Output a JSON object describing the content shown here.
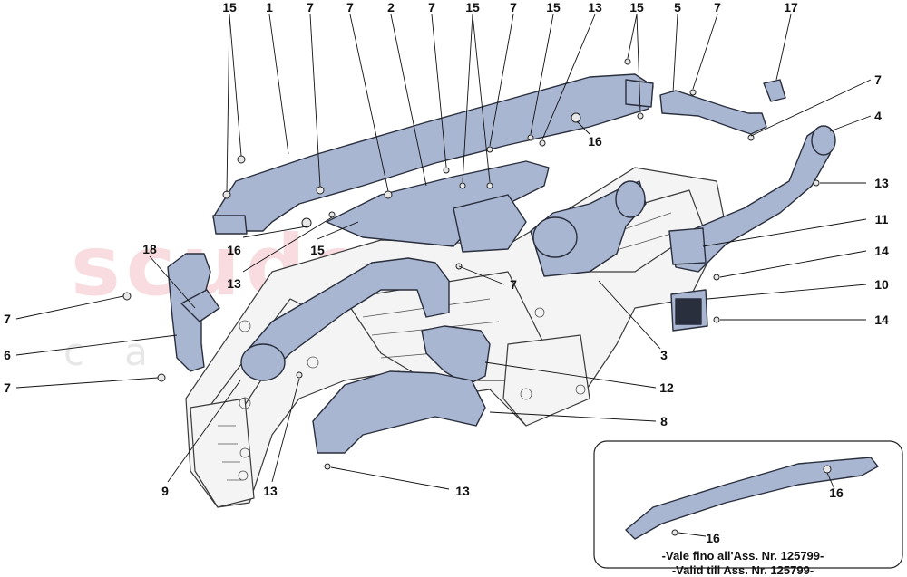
{
  "callouts": {
    "t15a": "15",
    "t1": "1",
    "t7a": "7",
    "t7b": "7",
    "t2": "2",
    "t7c": "7",
    "t15b": "15",
    "t7d": "7",
    "t15c": "15",
    "t13a": "13",
    "t15d": "15",
    "t5": "5",
    "t7e": "7",
    "t17": "17",
    "t7f": "7",
    "t4": "4",
    "t13b": "13",
    "t16a": "16",
    "t11": "11",
    "t14a": "14",
    "t10": "10",
    "t14b": "14",
    "t18": "18",
    "t16b": "16",
    "t13c": "13",
    "t15e": "15",
    "t7g": "7",
    "t7h": "7",
    "t6": "6",
    "t7i": "7",
    "t3": "3",
    "t12": "12",
    "t8": "8",
    "t9": "9",
    "t13d": "13",
    "t13e": "13",
    "t16c": "16",
    "t16d": "16"
  },
  "inset": {
    "note_line1": "-Vale fino all'Ass. Nr. 125799-",
    "note_line2": "-Valid till Ass. Nr. 125799-"
  },
  "watermark": {
    "brand": "scuderia",
    "sub": "car parts"
  },
  "colors": {
    "duct_fill": "#a9b6d2",
    "duct_stroke": "#2a2f3d",
    "frame_fill": "#f4f4f4",
    "frame_stroke": "#3a3a3a",
    "watermark_red": "#dc2837"
  }
}
